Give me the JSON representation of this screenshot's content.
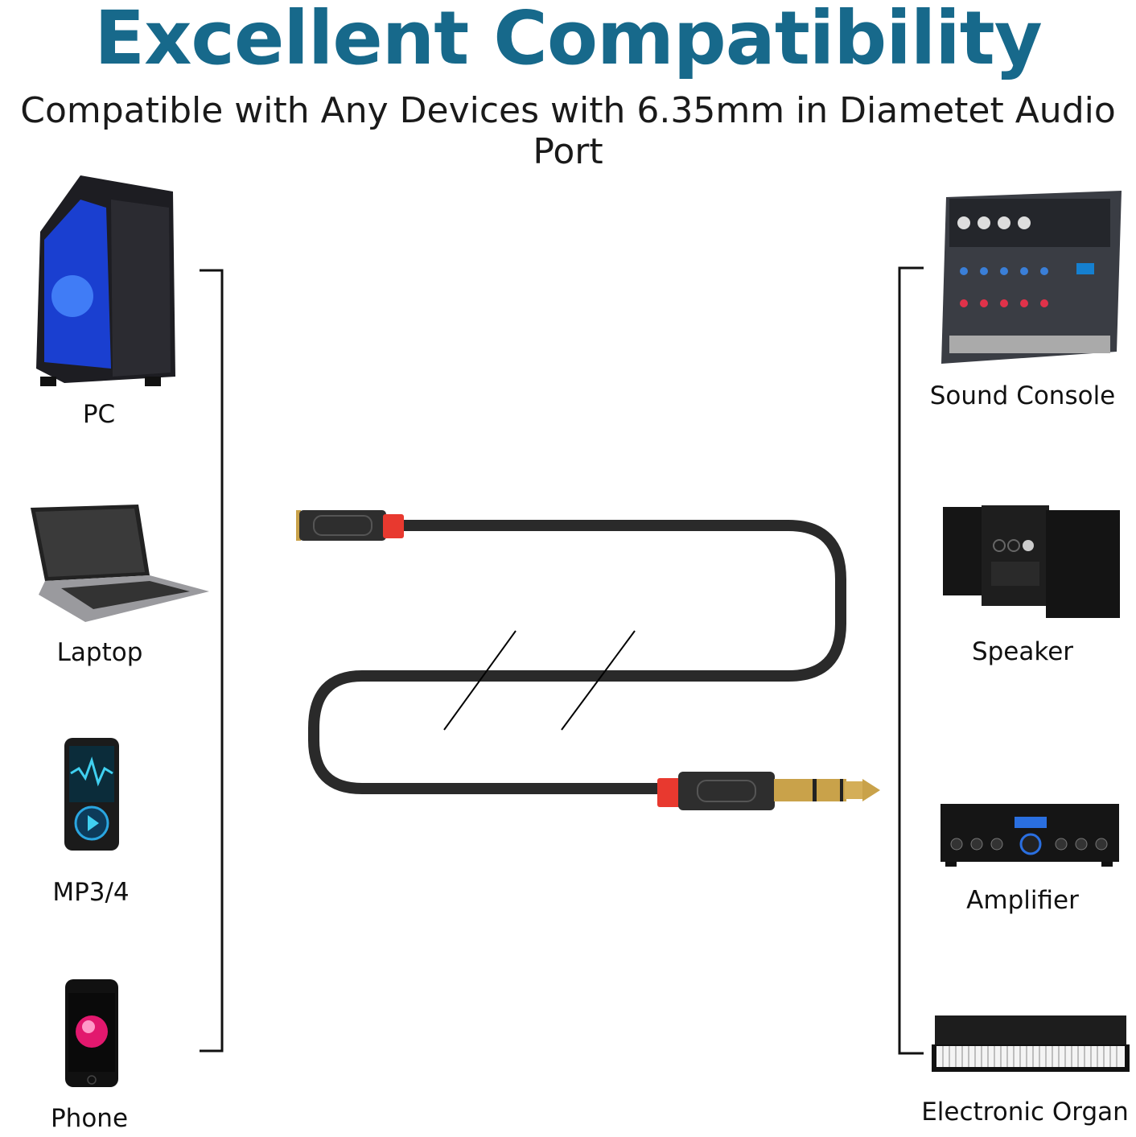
{
  "header": {
    "title": "Excellent Compatibility",
    "subtitle": "Compatible with Any Devices with 6.35mm in Diametet Audio Port"
  },
  "left_devices": [
    {
      "label": "PC",
      "icon": "pc-tower-icon"
    },
    {
      "label": "Laptop",
      "icon": "laptop-icon"
    },
    {
      "label": "MP3/4",
      "icon": "mp3-player-icon"
    },
    {
      "label": "Phone",
      "icon": "phone-icon"
    }
  ],
  "right_devices": [
    {
      "label": "Sound Console",
      "icon": "mixer-icon"
    },
    {
      "label": "Speaker",
      "icon": "speaker-icon"
    },
    {
      "label": "Amplifier",
      "icon": "amplifier-icon"
    },
    {
      "label": "Electronic Organ",
      "icon": "keyboard-icon"
    }
  ],
  "colors": {
    "title": "#17698b",
    "cable": "#2a2a2a",
    "accent_red": "#e8392f",
    "gold": "#c9a24a"
  }
}
